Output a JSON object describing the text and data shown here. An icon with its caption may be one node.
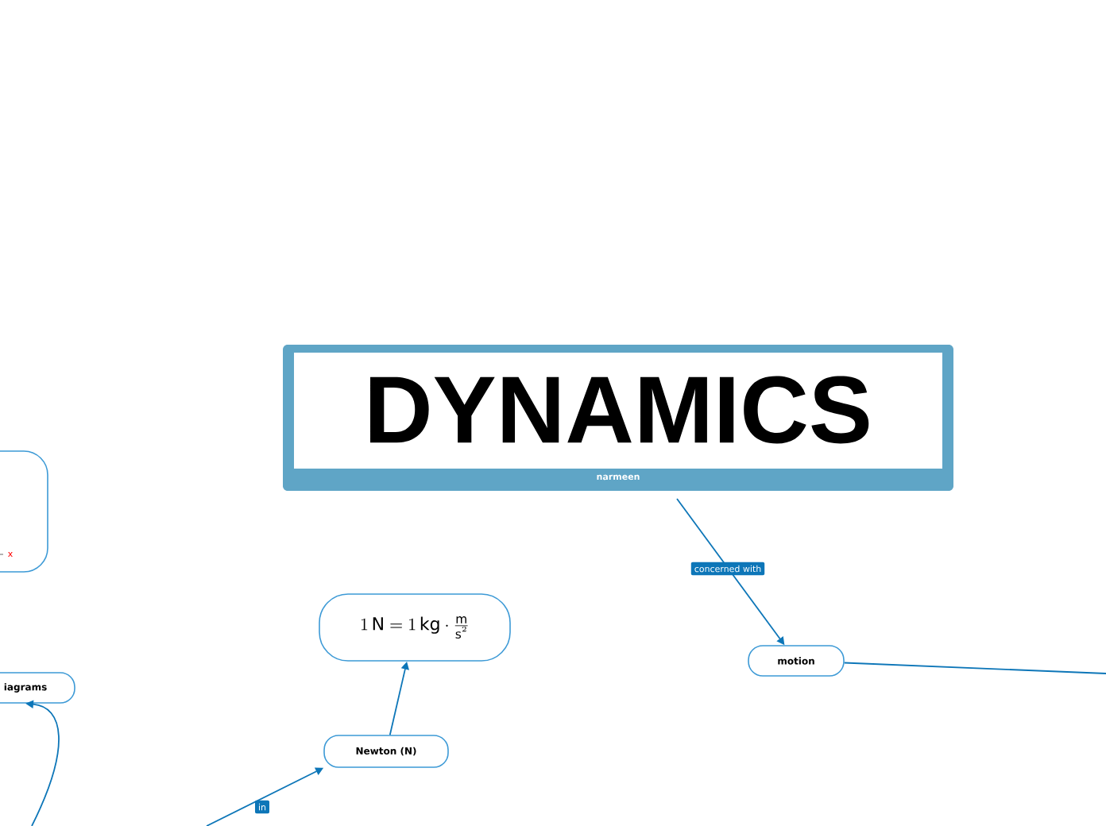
{
  "diagram": {
    "nodes": [
      {
        "text": [
          "DYNAMICS",
          "narmeen"
        ]
      },
      {
        "text": [
          "motion"
        ]
      },
      {
        "text": [
          "Newton (N)"
        ]
      },
      {
        "text": [
          "1\\,\\mathrm{N} = 1\\,\\mathrm{kg}\\cdot\\frac{\\mathrm{m}}{\\mathrm{s}^{2}}"
        ]
      },
      {
        "text": [
          "iagrams"
        ]
      },
      {
        "text": [
          "x"
        ]
      }
    ],
    "edges": [
      {
        "from": 0,
        "to": 1,
        "arrow": "to",
        "label": "concerned with"
      },
      {
        "from": 1,
        "to": null,
        "arrow": "none"
      },
      {
        "from": null,
        "to": 2,
        "arrow": "to",
        "label": "in"
      },
      {
        "from": null,
        "to": 4,
        "arrow": "to"
      },
      {
        "from": 2,
        "to": 3,
        "arrow": "to"
      }
    ]
  }
}
